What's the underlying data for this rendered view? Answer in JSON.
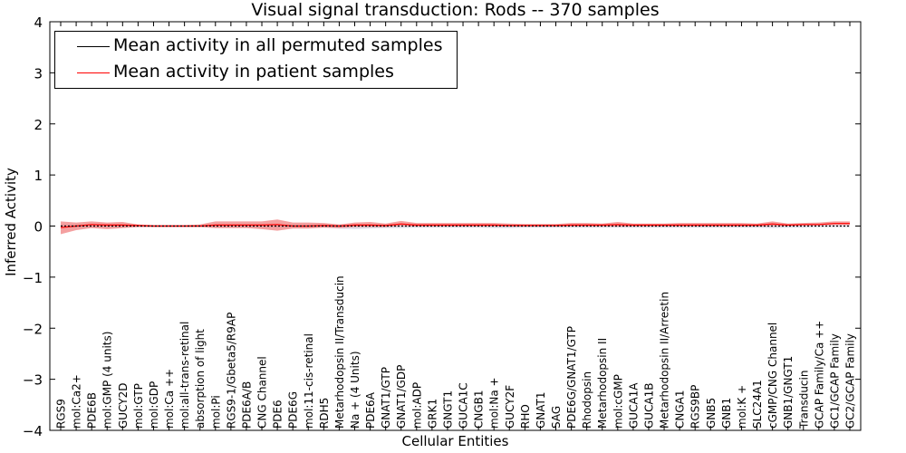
{
  "chart_data": {
    "type": "line",
    "title": "Visual signal transduction: Rods -- 370 samples",
    "xlabel": "Cellular Entities",
    "ylabel": "Inferred Activity",
    "ylim": [
      -4,
      4
    ],
    "yticks": [
      "4",
      "3",
      "2",
      "1",
      "0",
      "−1",
      "−2",
      "−3",
      "−4"
    ],
    "ytick_values": [
      4,
      3,
      2,
      1,
      0,
      -1,
      -2,
      -3,
      -4
    ],
    "grid": false,
    "legend_position": "upper-left",
    "categories": [
      "RGS9",
      "mol:Ca2+",
      "PDE6B",
      "mol:GMP (4 units)",
      "GUCY2D",
      "mol:GTP",
      "mol:GDP",
      "mol:Ca ++",
      "mol:all-trans-retinal",
      "absorption of light",
      "mol:Pi",
      "RGS9-1/Gbeta5/R9AP",
      "PDE6A/B",
      "CNG Channel",
      "PDE6",
      "PDE6G",
      "mol:11-cis-retinal",
      "RDH5",
      "Metarhodopsin II/Transducin",
      "Na + (4 Units)",
      "PDE6A",
      "GNAT1/GTP",
      "GNAT1/GDP",
      "mol:ADP",
      "GRK1",
      "GNGT1",
      "GUCA1C",
      "CNGB1",
      "mol:Na +",
      "GUCY2F",
      "RHO",
      "GNAT1",
      "SAG",
      "PDE6G/GNAT1/GTP",
      "Rhodopsin",
      "Metarhodopsin II",
      "mol:cGMP",
      "GUCA1A",
      "GUCA1B",
      "Metarhodopsin II/Arrestin",
      "CNGA1",
      "RGS9BP",
      "GNB5",
      "GNB1",
      "mol:K +",
      "SLC24A1",
      "cGMP/CNG Channel",
      "GNB1/GNGT1",
      "Transducin",
      "GCAP Family/Ca ++",
      "GC1/GCAP Family",
      "GC2/GCAP Family"
    ],
    "series": [
      {
        "name": "Mean activity in all permuted samples",
        "color": "#000000",
        "values": [
          0.0,
          0.0,
          0.0,
          0.0,
          0.0,
          0.0,
          0.0,
          0.0,
          0.0,
          0.0,
          0.0,
          0.0,
          0.0,
          0.0,
          0.0,
          0.0,
          0.0,
          0.0,
          0.0,
          0.0,
          0.0,
          0.0,
          0.0,
          0.0,
          0.0,
          0.0,
          0.0,
          0.0,
          0.0,
          0.0,
          0.0,
          0.0,
          0.0,
          0.0,
          0.0,
          0.0,
          0.0,
          0.0,
          0.0,
          0.0,
          0.0,
          0.0,
          0.0,
          0.0,
          0.0,
          0.0,
          0.0,
          0.0,
          0.0,
          0.0,
          0.0,
          0.0
        ],
        "lower": [
          -0.03,
          -0.03,
          -0.03,
          -0.03,
          -0.03,
          -0.02,
          -0.02,
          -0.02,
          -0.02,
          -0.02,
          -0.03,
          -0.03,
          -0.03,
          -0.03,
          -0.03,
          -0.03,
          -0.03,
          -0.03,
          -0.05,
          -0.06,
          -0.05,
          -0.04,
          -0.04,
          -0.03,
          -0.03,
          -0.03,
          -0.03,
          -0.03,
          -0.04,
          -0.04,
          -0.03,
          -0.03,
          -0.03,
          -0.03,
          -0.03,
          -0.03,
          -0.03,
          -0.03,
          -0.03,
          -0.03,
          -0.03,
          -0.03,
          -0.03,
          -0.03,
          -0.03,
          -0.03,
          -0.04,
          -0.03,
          -0.03,
          -0.02,
          -0.02,
          -0.02
        ],
        "upper": [
          0.03,
          0.03,
          0.03,
          0.03,
          0.03,
          0.02,
          0.02,
          0.02,
          0.02,
          0.02,
          0.03,
          0.03,
          0.03,
          0.03,
          0.03,
          0.03,
          0.03,
          0.03,
          0.03,
          0.03,
          0.03,
          0.03,
          0.03,
          0.03,
          0.03,
          0.03,
          0.03,
          0.03,
          0.03,
          0.03,
          0.03,
          0.03,
          0.03,
          0.03,
          0.03,
          0.03,
          0.03,
          0.03,
          0.03,
          0.03,
          0.03,
          0.03,
          0.03,
          0.03,
          0.03,
          0.03,
          0.03,
          0.03,
          0.03,
          0.02,
          0.02,
          0.02
        ]
      },
      {
        "name": "Mean activity in patient samples",
        "color": "#ff0000",
        "values": [
          -0.03,
          0.0,
          0.03,
          0.02,
          0.02,
          0.01,
          0.0,
          0.0,
          0.0,
          0.0,
          0.02,
          0.02,
          0.02,
          0.02,
          0.03,
          0.0,
          0.0,
          0.01,
          0.0,
          0.02,
          0.02,
          0.01,
          0.04,
          0.02,
          0.02,
          0.02,
          0.02,
          0.02,
          0.02,
          0.01,
          0.01,
          0.01,
          0.01,
          0.02,
          0.02,
          0.02,
          0.03,
          0.02,
          0.02,
          0.02,
          0.02,
          0.02,
          0.02,
          0.02,
          0.02,
          0.02,
          0.04,
          0.02,
          0.03,
          0.03,
          0.05,
          0.05
        ],
        "lower": [
          -0.16,
          -0.08,
          -0.04,
          -0.06,
          -0.04,
          -0.02,
          -0.02,
          -0.02,
          -0.02,
          -0.02,
          -0.04,
          -0.04,
          -0.04,
          -0.06,
          -0.09,
          -0.05,
          -0.05,
          -0.03,
          -0.04,
          -0.02,
          -0.02,
          -0.02,
          0.0,
          -0.01,
          -0.01,
          -0.01,
          -0.01,
          -0.01,
          -0.01,
          -0.01,
          -0.01,
          -0.01,
          -0.01,
          -0.01,
          -0.01,
          -0.01,
          -0.01,
          -0.01,
          -0.01,
          -0.01,
          -0.01,
          -0.01,
          -0.01,
          -0.01,
          -0.01,
          -0.01,
          0.0,
          0.0,
          0.01,
          0.01,
          0.02,
          0.02
        ],
        "upper": [
          0.09,
          0.07,
          0.09,
          0.07,
          0.08,
          0.03,
          0.02,
          0.02,
          0.02,
          0.03,
          0.09,
          0.09,
          0.09,
          0.09,
          0.13,
          0.07,
          0.07,
          0.06,
          0.03,
          0.07,
          0.08,
          0.05,
          0.1,
          0.06,
          0.06,
          0.06,
          0.06,
          0.06,
          0.06,
          0.05,
          0.04,
          0.04,
          0.04,
          0.06,
          0.06,
          0.05,
          0.08,
          0.05,
          0.05,
          0.05,
          0.06,
          0.06,
          0.06,
          0.06,
          0.06,
          0.05,
          0.09,
          0.05,
          0.06,
          0.07,
          0.09,
          0.09
        ]
      }
    ]
  }
}
